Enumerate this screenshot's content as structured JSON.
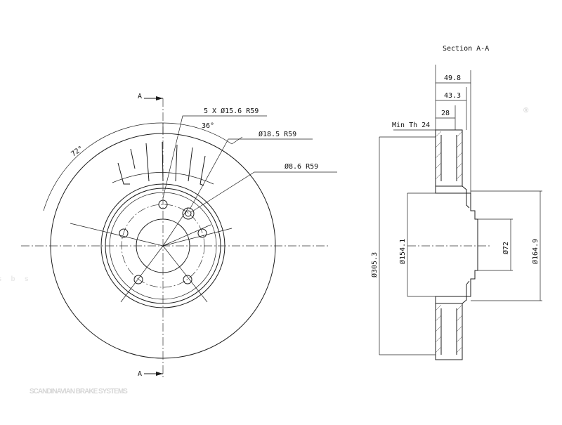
{
  "watermark": {
    "logo_text": "sbs",
    "registered_mark": "®",
    "brand": "SCANDINAVIAN BRAKE SYSTEMS"
  },
  "front_view": {
    "section_marker_top": "A",
    "section_marker_bottom": "A",
    "angle_72": "72°",
    "angle_36": "36°",
    "hole_bolts": "5 X Ø15.6 R59",
    "hole_18": "Ø18.5 R59",
    "hole_8": "Ø8.6 R59"
  },
  "section_view": {
    "title": "Section A-A",
    "width_total": "49.8",
    "width_hat": "43.3",
    "thickness": "28",
    "min_thickness": "Min Th 24",
    "dia_outer": "Ø305.3",
    "dia_inner_ring": "Ø154.1",
    "dia_center": "Ø72",
    "dia_hat": "Ø164.9"
  },
  "colors": {
    "line": "#1c1c1c",
    "watermark": "#d6d6d6"
  }
}
